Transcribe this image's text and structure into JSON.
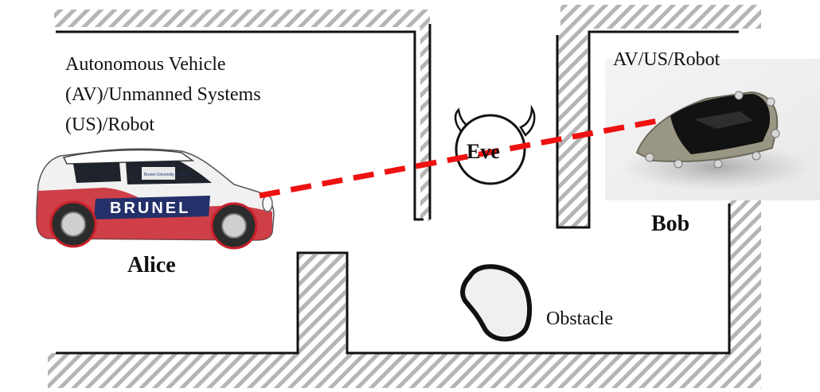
{
  "labels": {
    "alice_caption": "Autonomous Vehicle",
    "alice_caption_2": "(AV)/Unmanned Systems",
    "alice_caption_3": "(US)/Robot",
    "alice": "Alice",
    "bob_caption": "AV/US/Robot",
    "bob": "Bob",
    "eve": "Eve",
    "obstacle": "Obstacle"
  },
  "vehicle_text": {
    "brand": "BRUNEL",
    "door_text": "Brunel University London"
  },
  "colors": {
    "link": "#ee1111",
    "walls": "#111111",
    "hatch": "#b5b5b5",
    "car_body_red": "#c8202a",
    "car_body_white": "#f1f1f1",
    "car_body_navy": "#24306a",
    "robot_body": "#9a9684",
    "robot_top": "#121212",
    "obstacle_fill": "#f0f0f0"
  }
}
